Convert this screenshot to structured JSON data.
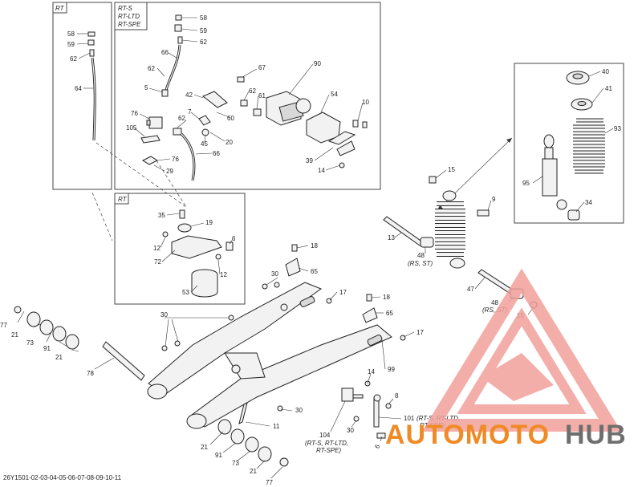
{
  "document_code": "26Y1501-02-03-04-05-06-07-08-09-10-11",
  "boxes": {
    "rt_left": "RT",
    "rt_main": [
      "RT-S",
      "RT-LTD",
      "RT-SPE"
    ],
    "rt_mid": "RT"
  },
  "callouts": {
    "c58a": "58",
    "c59a": "59",
    "c62a": "62",
    "c64": "64",
    "c58b": "58",
    "c59b": "59",
    "c62b": "62",
    "c66a": "66",
    "c62c": "62",
    "c5": "5",
    "c76a": "76",
    "c105": "105",
    "c76b": "76",
    "c29": "29",
    "c42": "42",
    "c67": "67",
    "c62d": "62",
    "c61": "61",
    "c90": "90",
    "c60": "60",
    "c7": "7",
    "c45": "45",
    "c20": "20",
    "c62e": "62",
    "c66b": "66",
    "c54": "54",
    "c10": "10",
    "c39": "39",
    "c14a": "14",
    "c35": "35",
    "c19": "19",
    "c12a": "12",
    "c6": "6",
    "c72": "72",
    "c12b": "12",
    "c53": "53",
    "c40": "40",
    "c41": "41",
    "c93": "93",
    "c95": "95",
    "c34": "34",
    "c15a": "15",
    "c9": "9",
    "c13": "13",
    "c48a": "48",
    "c47": "47",
    "c48b": "48",
    "c15b": "15",
    "c18a": "18",
    "c65a": "65",
    "c30a": "30",
    "c17a": "17",
    "c18b": "18",
    "c65b": "65",
    "c17b": "17",
    "c30b": "30",
    "c99": "99",
    "c77a": "77",
    "c21a": "21",
    "c73a": "73",
    "c91a": "91",
    "c21b": "21",
    "c78": "78",
    "c14b": "14",
    "c8": "8",
    "c30c": "30",
    "c11": "11",
    "c30d": "30",
    "c104": "104",
    "c101": "101",
    "c6b": "6",
    "c21c": "21",
    "c91b": "91",
    "c73b": "73",
    "c21d": "21",
    "c77b": "77"
  },
  "notes": {
    "n48a": "(RS, ST)",
    "n48b": "(RS, ST)",
    "n104": [
      "(RT-S, RT-LTD,",
      "RT-SPE)"
    ],
    "n101": [
      "(RT-S, RT-LTD,",
      "RT-SPE)"
    ]
  },
  "watermark": {
    "part1": "AUTOMOTO",
    "part2": "HUB",
    "color_red": "#e8302a",
    "color_orange": "#f08a24",
    "color_gray": "#6e6e6e"
  }
}
